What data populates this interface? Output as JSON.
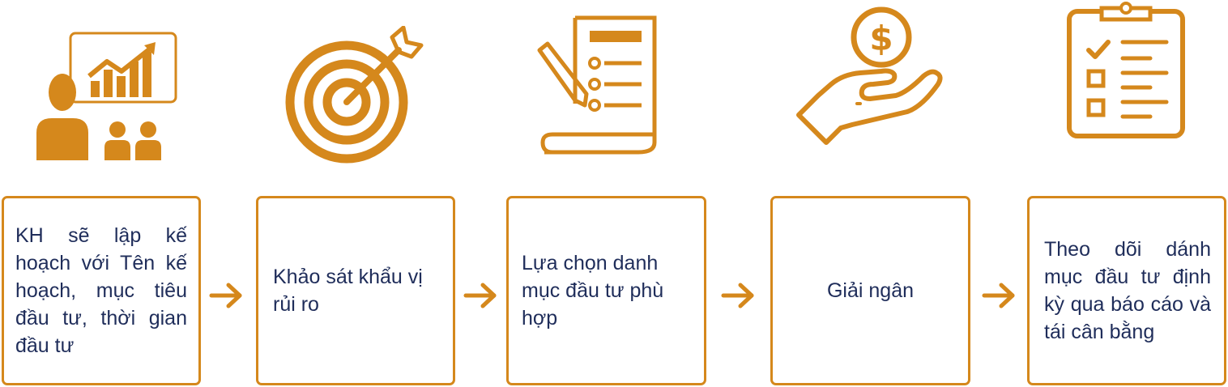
{
  "accent_color": "#d5881c",
  "text_color": "#1f2d5a",
  "steps": [
    {
      "icon": "presentation-growth-chart-icon",
      "text": "KH sẽ lập kế hoạch với Tên kế hoạch, mục tiêu đầu tư, thời gian đầu tư"
    },
    {
      "icon": "target-arrow-icon",
      "text": "Khảo sát khẩu vị rủi ro"
    },
    {
      "icon": "document-checklist-pencil-icon",
      "text": "Lựa chọn danh mục đầu tư phù hợp"
    },
    {
      "icon": "hand-dollar-coin-icon",
      "text": "Giải ngân"
    },
    {
      "icon": "clipboard-checklist-icon",
      "text": "Theo dõi dánh mục đầu tư định kỳ qua báo cáo và tái cân bằng"
    }
  ],
  "arrows": [
    "arrow-right-icon",
    "arrow-right-icon",
    "arrow-right-icon",
    "arrow-right-icon"
  ]
}
